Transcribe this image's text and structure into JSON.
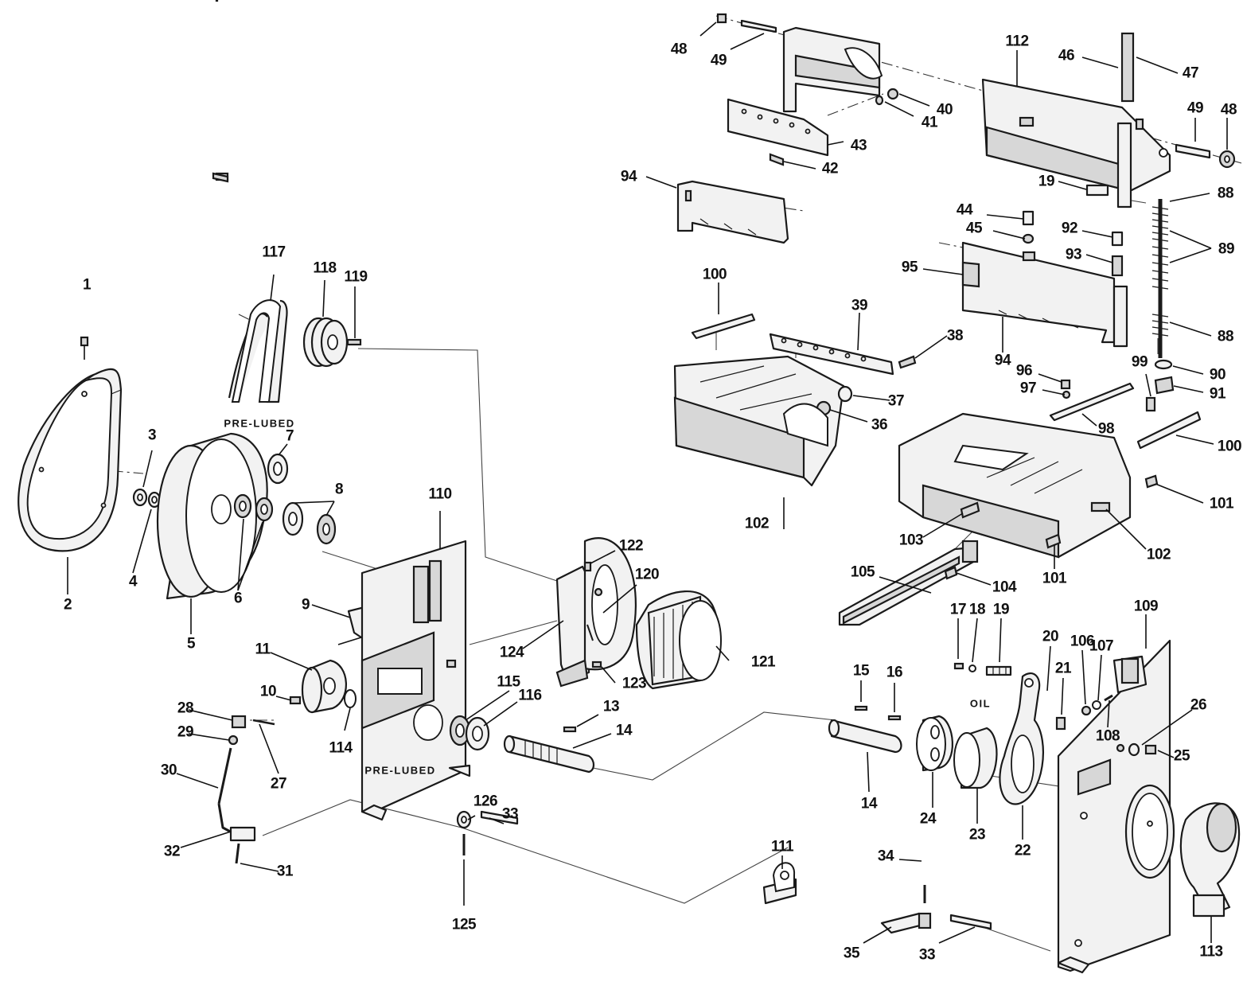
{
  "labels": {
    "pre_lubed": "PRE-LUBED",
    "oil": "OIL"
  },
  "callouts": {
    "c1": "1",
    "c2": "2",
    "c3": "3",
    "c4": "4",
    "c5": "5",
    "c6": "6",
    "c7": "7",
    "c8": "8",
    "c9": "9",
    "c10": "10",
    "c11": "11",
    "c13": "13",
    "c14": "14",
    "c15": "15",
    "c16": "16",
    "c17": "17",
    "c18": "18",
    "c19": "19",
    "c20": "20",
    "c21": "21",
    "c22": "22",
    "c23": "23",
    "c24": "24",
    "c25": "25",
    "c26": "26",
    "c27": "27",
    "c28": "28",
    "c29": "29",
    "c30": "30",
    "c31": "31",
    "c32": "32",
    "c33": "33",
    "c34": "34",
    "c35": "35",
    "c36": "36",
    "c37": "37",
    "c38": "38",
    "c39": "39",
    "c40": "40",
    "c41": "41",
    "c42": "42",
    "c43": "43",
    "c44": "44",
    "c45": "45",
    "c46": "46",
    "c47": "47",
    "c48": "48",
    "c49": "49",
    "c88": "88",
    "c89": "89",
    "c90": "90",
    "c91": "91",
    "c92": "92",
    "c93": "93",
    "c94": "94",
    "c95": "95",
    "c96": "96",
    "c97": "97",
    "c98": "98",
    "c99": "99",
    "c100": "100",
    "c101": "101",
    "c102": "102",
    "c103": "103",
    "c104": "104",
    "c105": "105",
    "c106": "106",
    "c107": "107",
    "c108": "108",
    "c109": "109",
    "c110": "110",
    "c111": "111",
    "c112": "112",
    "c113": "113",
    "c114": "114",
    "c115": "115",
    "c116": "116",
    "c117": "117",
    "c118": "118",
    "c119": "119",
    "c120": "120",
    "c121": "121",
    "c122": "122",
    "c123": "123",
    "c124": "124",
    "c125": "125",
    "c126": "126"
  },
  "colors": {
    "ink": "#111111",
    "paper": "#ffffff",
    "shade": "#d7d7d7"
  }
}
